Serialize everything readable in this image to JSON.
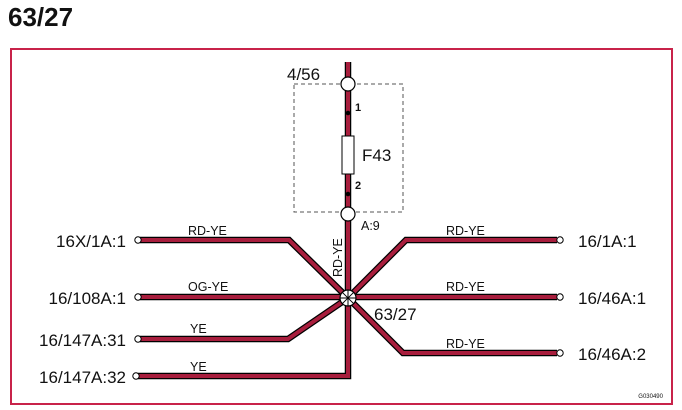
{
  "page_title": "63/27",
  "top_connector": "4/56",
  "component": {
    "name": "F43",
    "pin_top": "1",
    "pin_bottom": "2",
    "connector": "A:9"
  },
  "vertical_wire": "RD-YE",
  "junction": "63/27",
  "left_connections": [
    {
      "label": "16X/1A:1",
      "wire": "RD-YE"
    },
    {
      "label": "16/108A:1",
      "wire": "OG-YE"
    },
    {
      "label": "16/147A:31",
      "wire": "YE"
    },
    {
      "label": "16/147A:32",
      "wire": "YE"
    }
  ],
  "right_connections": [
    {
      "label": "16/1A:1",
      "wire": "RD-YE"
    },
    {
      "label": "16/46A:1",
      "wire": "RD-YE"
    },
    {
      "label": "16/46A:2",
      "wire": "RD-YE"
    }
  ],
  "figure_code": "G030490",
  "colors": {
    "frame": "#c8234a",
    "wire_fill": "#a81e3d",
    "wire_outline": "#000000"
  }
}
